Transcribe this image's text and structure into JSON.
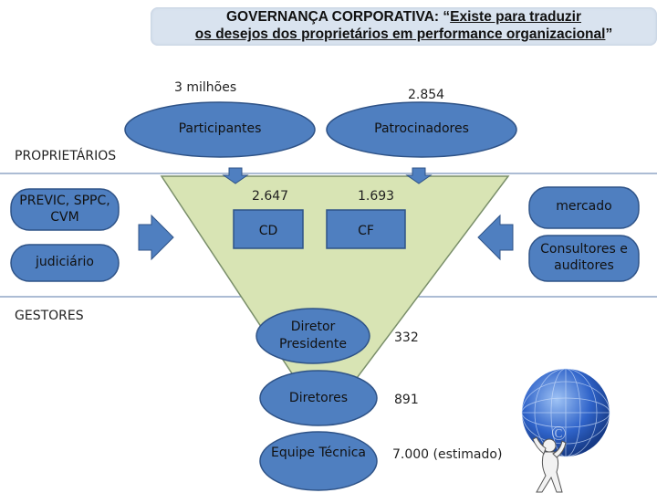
{
  "title": {
    "line1_plain": "GOVERNANÇA CORPORATIVA: “",
    "line1_underlined": "Existe para traduzir",
    "line2_underlined": "os desejos dos proprietários em performance organizacional",
    "line2_end": "”"
  },
  "top": {
    "participantes_count": "3 milhões",
    "patrocinadores_count": "2.854",
    "participantes_label": "Participantes",
    "patrocinadores_label": "Patrocinadores"
  },
  "sections": {
    "proprietarios": "PROPRIETÁRIOS",
    "gestores": "GESTORES"
  },
  "left": {
    "regulators": "PREVIC, SPPC, CVM",
    "judiciario": "judiciário"
  },
  "right": {
    "mercado": "mercado",
    "consultores": "Consultores e auditores"
  },
  "councils": {
    "cd_count": "2.647",
    "cf_count": "1.693",
    "cd_label": "CD",
    "cf_label": "CF"
  },
  "hierarchy": [
    {
      "label": "Diretor Presidente",
      "count": "332"
    },
    {
      "label": "Diretores",
      "count": "891"
    },
    {
      "label": "Equipe Técnica",
      "count": "7.000 (estimado)"
    }
  ],
  "colors": {
    "blue_fill": "#4f7fc0",
    "blue_stroke": "#2f5387",
    "funnel_fill": "#d8e4b4",
    "title_bg": "#d9e3ef"
  },
  "icons": {
    "atlas": "atlas-globe-icon"
  }
}
